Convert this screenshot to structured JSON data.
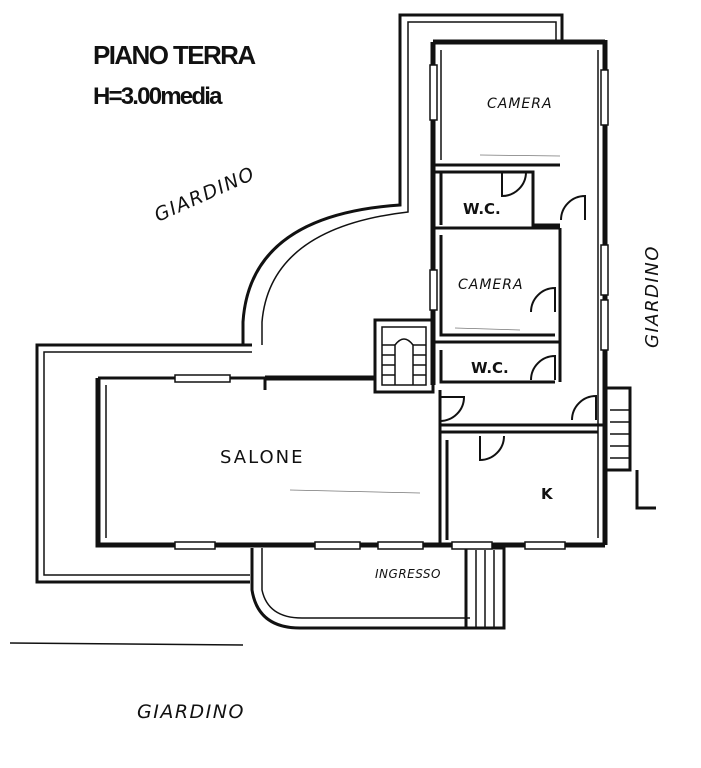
{
  "title": {
    "line1": "PIANO TERRA",
    "line2": "H=3.00media"
  },
  "labels": {
    "garden_top": "GIARDINO",
    "garden_right": "GIARDINO",
    "garden_bottom": "GIARDINO",
    "room_bedroom_1": "CAMERA",
    "room_bedroom_2": "CAMERA",
    "room_wc_1": "W.C.",
    "room_wc_2": "W.C.",
    "room_living": "SALONE",
    "room_kitchen": "K",
    "entrance": "INGRESSO"
  },
  "colors": {
    "ink": "#111111",
    "paper": "#ffffff"
  }
}
